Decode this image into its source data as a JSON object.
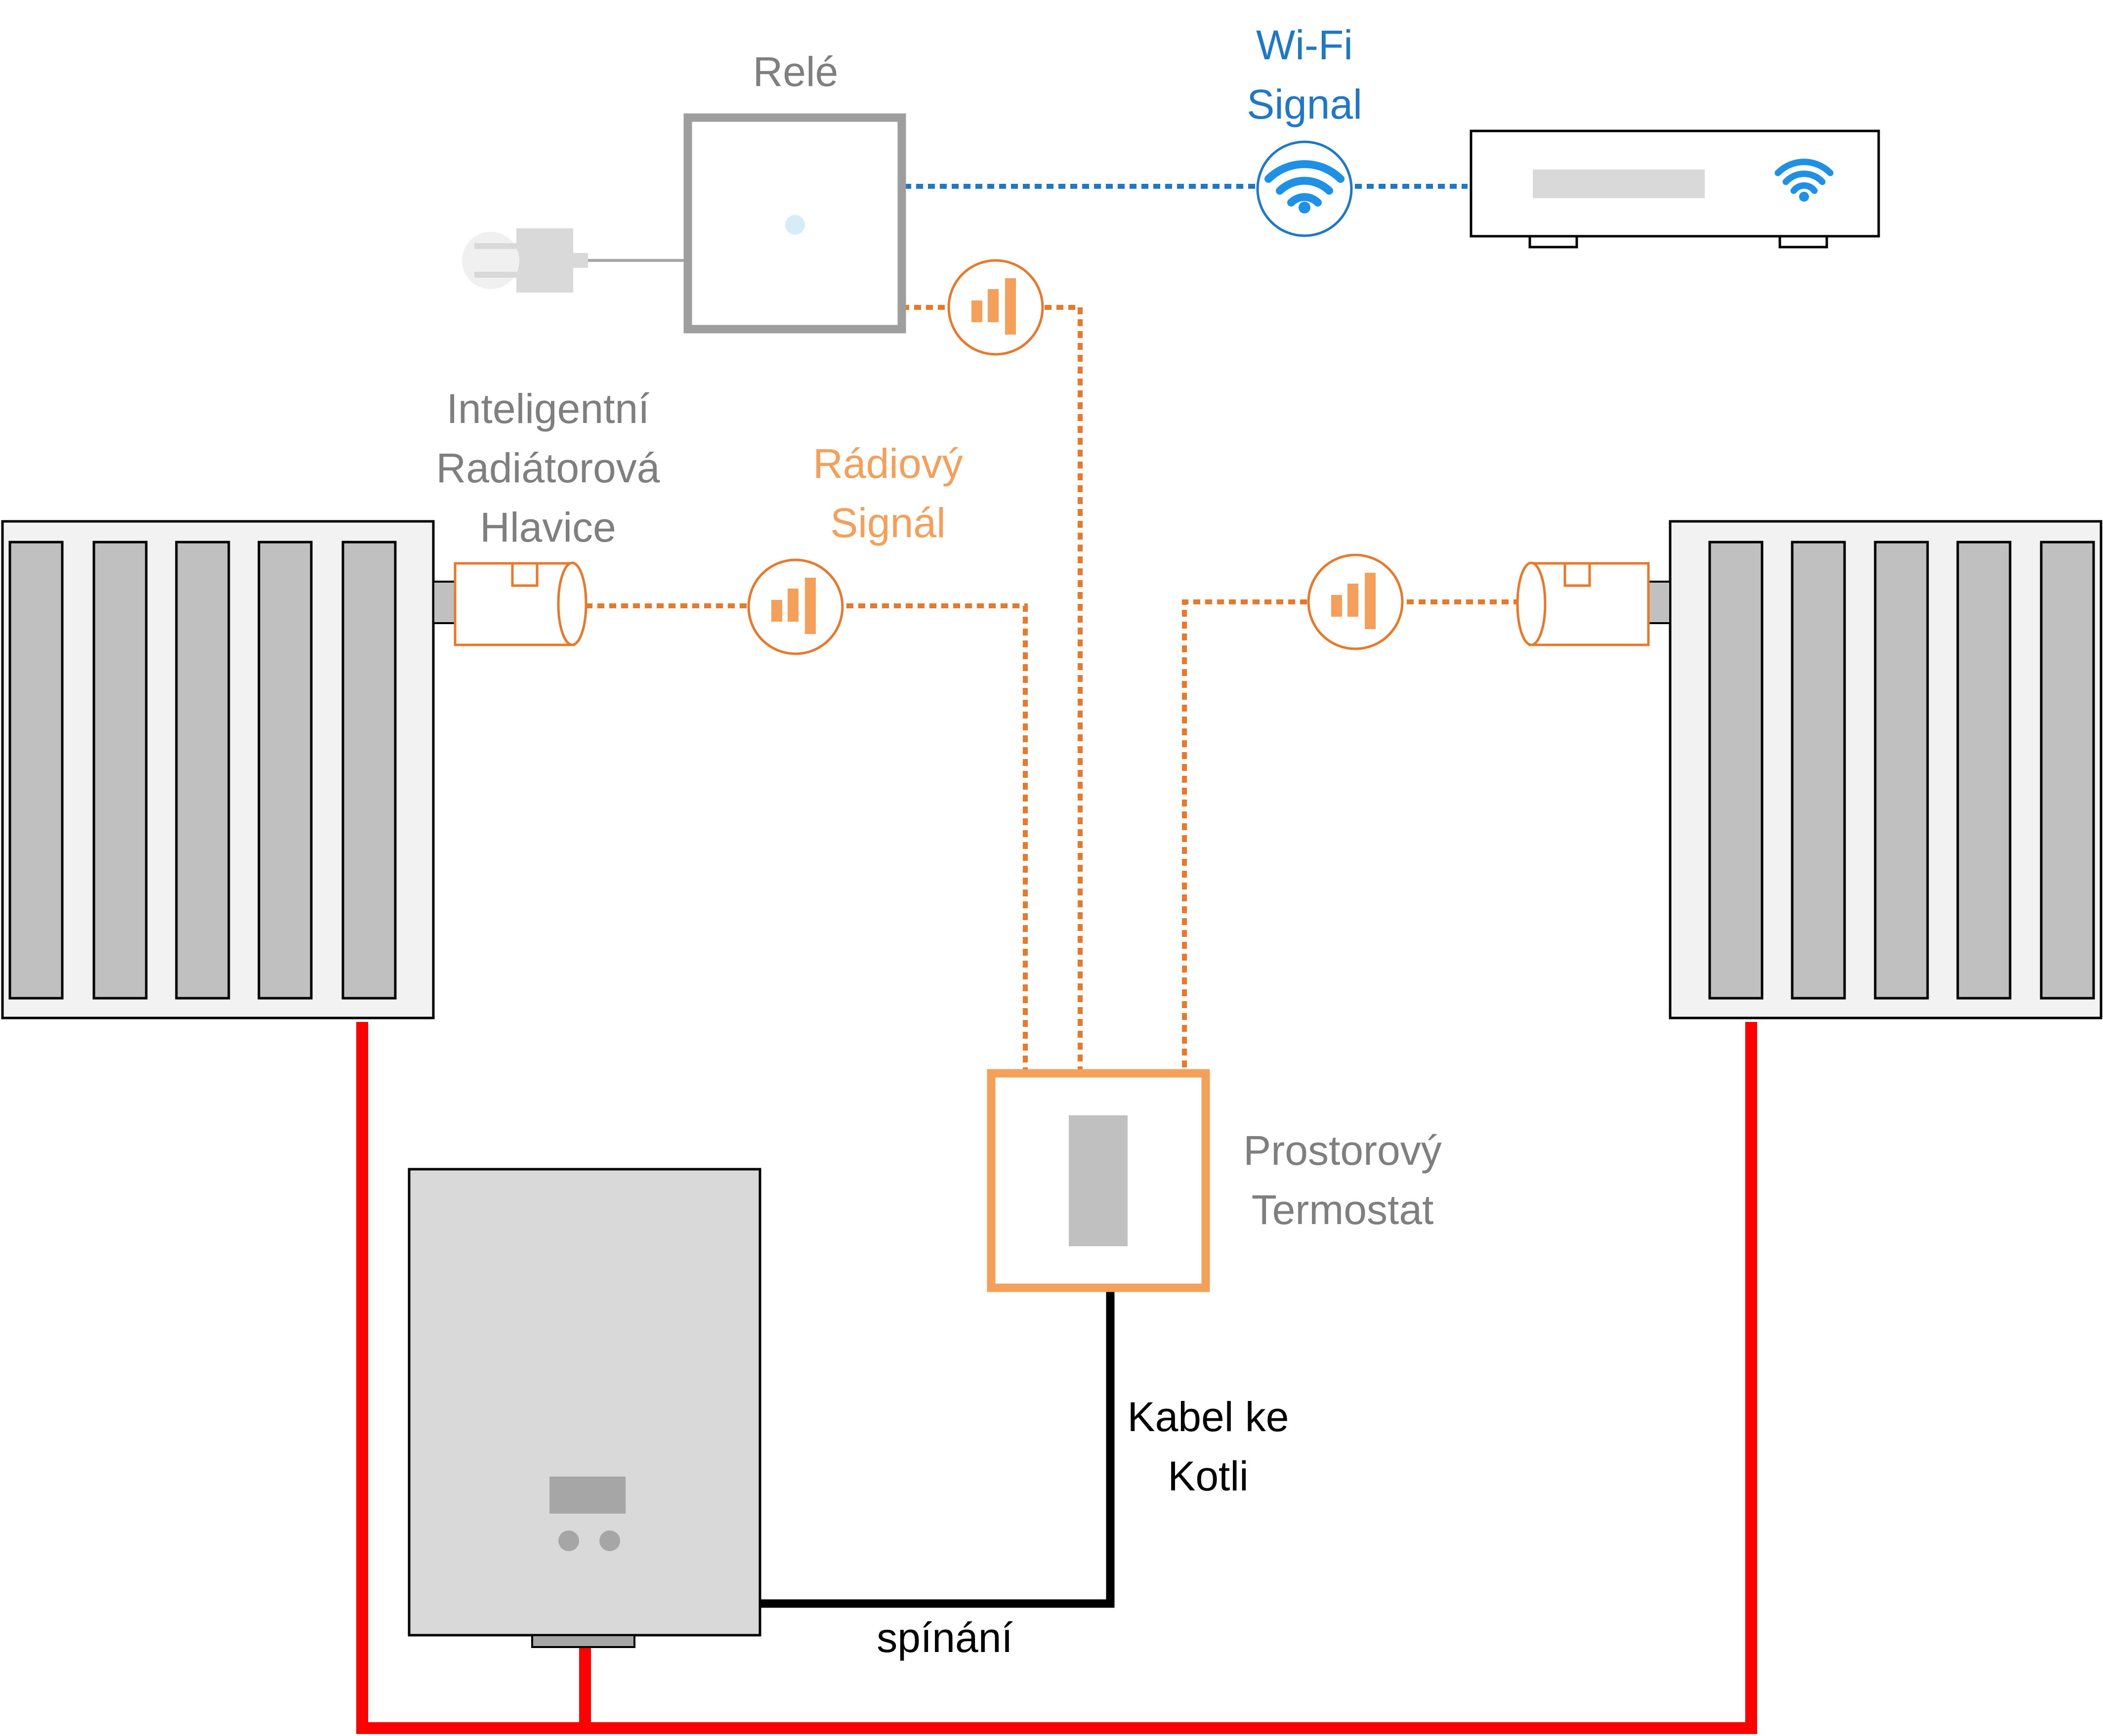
{
  "labels": {
    "relay": "Relé",
    "wifi_line1": "Wi-Fi",
    "wifi_line2": "Signal",
    "head_line1": "Inteligentní",
    "head_line2": "Radiátorová",
    "head_line3": "Hlavice",
    "radio_line1": "Rádiový",
    "radio_line2": "Signál",
    "thermostat_line1": "Prostorový",
    "thermostat_line2": "Termostat",
    "cable_line1": "Kabel ke",
    "cable_line2": "Kotli",
    "switching": "spínání"
  },
  "icons": {
    "wifi": "wifi-icon",
    "radio": "signal-bars-icon",
    "plug": "power-plug-icon"
  },
  "colors": {
    "wifi": "#1f77c8",
    "radio": "#e8782a",
    "thermostat_border": "#f4a05a",
    "heating_pipe": "#ff0000",
    "cable": "#000000",
    "device_gray": "#9e9e9e",
    "radiator_fill": "#c0c0c0",
    "boiler_fill": "#d9d9d9",
    "label_gray": "#7f7f7f"
  }
}
